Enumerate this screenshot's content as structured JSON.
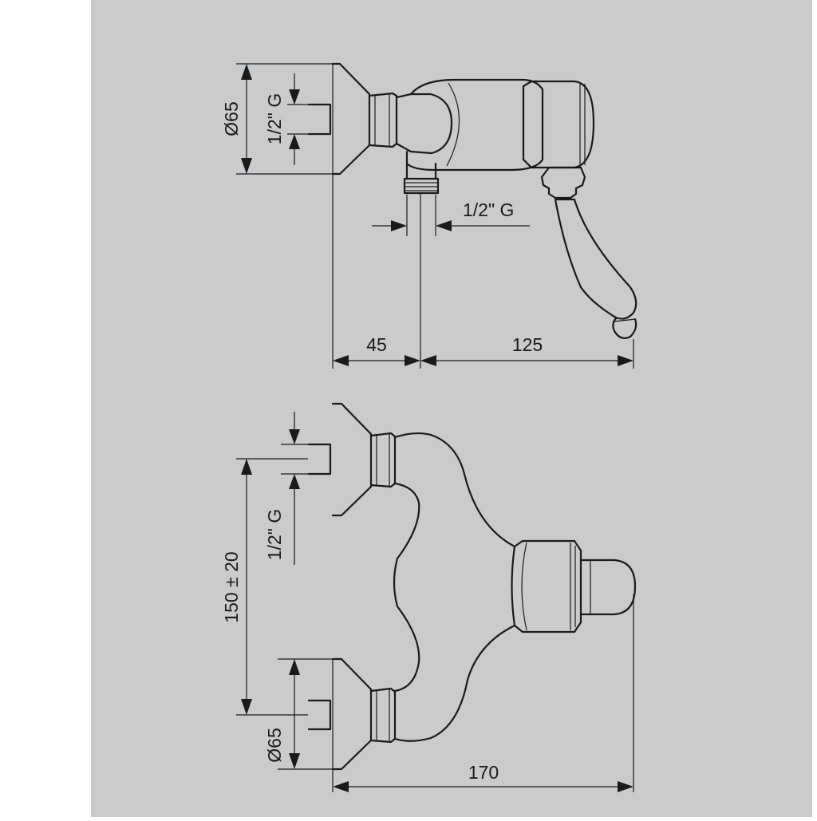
{
  "colors": {
    "background": "#c9cbcd",
    "frame": "#ffffff",
    "line": "#1a1a1a"
  },
  "side_view": {
    "dim_diameter": "Ø65",
    "dim_thread_inlet": "1/2\" G",
    "dim_thread_outlet": "1/2\" G",
    "dim_depth": "45",
    "dim_lever": "125"
  },
  "top_view": {
    "dim_thread_top": "1/2\" G",
    "dim_spacing": "150 ± 20",
    "dim_diameter": "Ø65",
    "dim_width": "170"
  }
}
